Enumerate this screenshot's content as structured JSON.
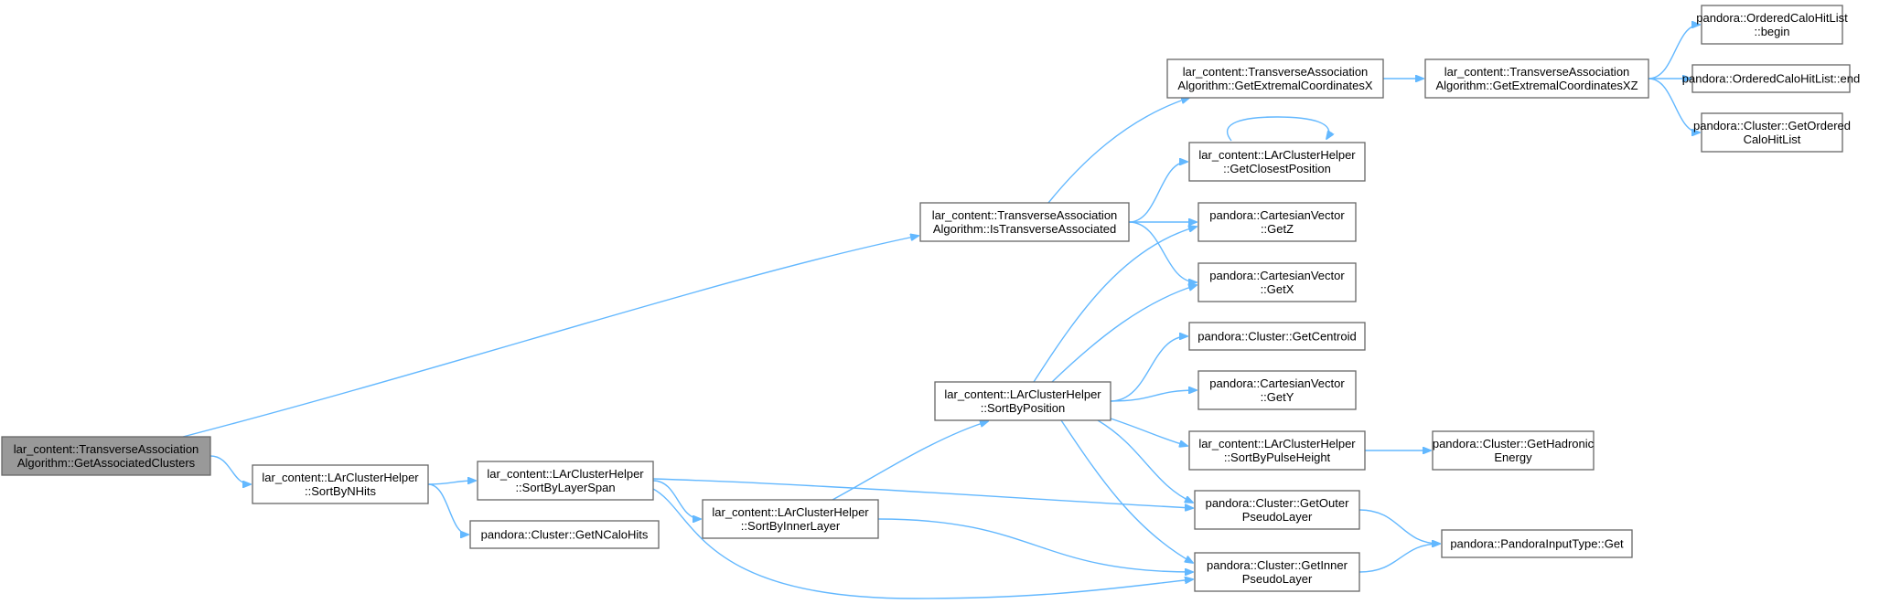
{
  "graph": {
    "root": "getassociatedclusters",
    "colors": {
      "edge": "#63b8ff",
      "root_fill": "#999999",
      "node_fill": "#ffffff",
      "node_border": "#666666"
    },
    "nodes": [
      {
        "id": "getassociatedclusters",
        "lines": [
          "lar_content::TransverseAssociation",
          "Algorithm::GetAssociatedClusters"
        ]
      },
      {
        "id": "sortbynhits",
        "lines": [
          "lar_content::LArClusterHelper",
          "::SortByNHits"
        ]
      },
      {
        "id": "sortbylayerspan",
        "lines": [
          "lar_content::LArClusterHelper",
          "::SortByLayerSpan"
        ]
      },
      {
        "id": "getncalohits",
        "lines": [
          "pandora::Cluster::GetNCaloHits"
        ]
      },
      {
        "id": "sortbyinnerlayer",
        "lines": [
          "lar_content::LArClusterHelper",
          "::SortByInnerLayer"
        ]
      },
      {
        "id": "sortbyposition",
        "lines": [
          "lar_content::LArClusterHelper",
          "::SortByPosition"
        ]
      },
      {
        "id": "istransverseassociated",
        "lines": [
          "lar_content::TransverseAssociation",
          "Algorithm::IsTransverseAssociated"
        ]
      },
      {
        "id": "getextremalcoordinatesx",
        "lines": [
          "lar_content::TransverseAssociation",
          "Algorithm::GetExtremalCoordinatesX"
        ]
      },
      {
        "id": "getextremalcoordinatesxz",
        "lines": [
          "lar_content::TransverseAssociation",
          "Algorithm::GetExtremalCoordinatesXZ"
        ]
      },
      {
        "id": "begin",
        "lines": [
          "pandora::OrderedCaloHitList",
          "::begin"
        ]
      },
      {
        "id": "end",
        "lines": [
          "pandora::OrderedCaloHitList::end"
        ]
      },
      {
        "id": "getorderedcalohitlist",
        "lines": [
          "pandora::Cluster::GetOrdered",
          "CaloHitList"
        ]
      },
      {
        "id": "getclosestposition",
        "lines": [
          "lar_content::LArClusterHelper",
          "::GetClosestPosition"
        ]
      },
      {
        "id": "getz",
        "lines": [
          "pandora::CartesianVector",
          "::GetZ"
        ]
      },
      {
        "id": "getx",
        "lines": [
          "pandora::CartesianVector",
          "::GetX"
        ]
      },
      {
        "id": "getcentroid",
        "lines": [
          "pandora::Cluster::GetCentroid"
        ]
      },
      {
        "id": "gety",
        "lines": [
          "pandora::CartesianVector",
          "::GetY"
        ]
      },
      {
        "id": "sortbypulseheight",
        "lines": [
          "lar_content::LArClusterHelper",
          "::SortByPulseHeight"
        ]
      },
      {
        "id": "gethadronicenergy",
        "lines": [
          "pandora::Cluster::GetHadronic",
          "Energy"
        ]
      },
      {
        "id": "getouterpseudolayer",
        "lines": [
          "pandora::Cluster::GetOuter",
          "PseudoLayer"
        ]
      },
      {
        "id": "getinnerpseudolayer",
        "lines": [
          "pandora::Cluster::GetInner",
          "PseudoLayer"
        ]
      },
      {
        "id": "pandorainputtypeget",
        "lines": [
          "pandora::PandoraInputType::Get"
        ]
      }
    ],
    "edges": [
      [
        "getassociatedclusters",
        "istransverseassociated"
      ],
      [
        "getassociatedclusters",
        "sortbynhits"
      ],
      [
        "sortbynhits",
        "sortbylayerspan"
      ],
      [
        "sortbynhits",
        "getncalohits"
      ],
      [
        "sortbylayerspan",
        "sortbyinnerlayer"
      ],
      [
        "sortbylayerspan",
        "getouterpseudolayer"
      ],
      [
        "sortbylayerspan",
        "getinnerpseudolayer"
      ],
      [
        "sortbyinnerlayer",
        "sortbyposition"
      ],
      [
        "sortbyinnerlayer",
        "getinnerpseudolayer"
      ],
      [
        "istransverseassociated",
        "getextremalcoordinatesx"
      ],
      [
        "istransverseassociated",
        "getclosestposition"
      ],
      [
        "istransverseassociated",
        "getz"
      ],
      [
        "istransverseassociated",
        "getx"
      ],
      [
        "getextremalcoordinatesx",
        "getextremalcoordinatesxz"
      ],
      [
        "getextremalcoordinatesxz",
        "begin"
      ],
      [
        "getextremalcoordinatesxz",
        "end"
      ],
      [
        "getextremalcoordinatesxz",
        "getorderedcalohitlist"
      ],
      [
        "getclosestposition",
        "getclosestposition"
      ],
      [
        "sortbyposition",
        "getz"
      ],
      [
        "sortbyposition",
        "getx"
      ],
      [
        "sortbyposition",
        "getcentroid"
      ],
      [
        "sortbyposition",
        "gety"
      ],
      [
        "sortbyposition",
        "sortbypulseheight"
      ],
      [
        "sortbyposition",
        "getouterpseudolayer"
      ],
      [
        "sortbyposition",
        "getinnerpseudolayer"
      ],
      [
        "sortbypulseheight",
        "gethadronicenergy"
      ],
      [
        "getouterpseudolayer",
        "pandorainputtypeget"
      ],
      [
        "getinnerpseudolayer",
        "pandorainputtypeget"
      ]
    ]
  }
}
